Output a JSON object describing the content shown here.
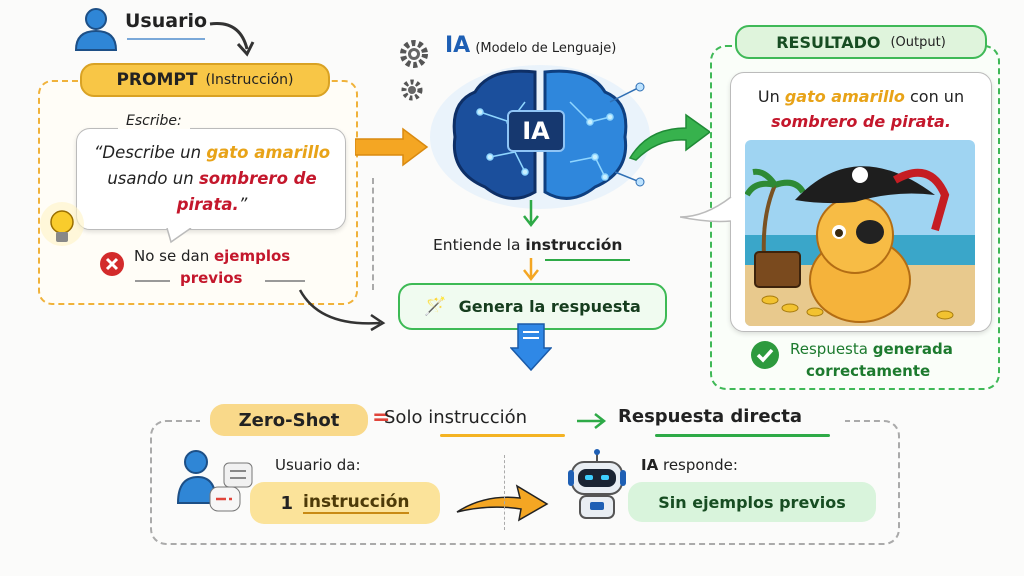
{
  "user": {
    "label": "Usuario"
  },
  "prompt": {
    "title": "PROMPT",
    "subtitle": "(Instrucción)",
    "escribe": "Escribe:",
    "quote_pre": "“Describe un ",
    "quote_hl1": "gato amarillo",
    "quote_mid": "usando un ",
    "quote_hl2": "sombrero de",
    "quote_hl3": "pirata.",
    "quote_end": "”",
    "note_pre": "No se dan ",
    "note_hl1": "ejemplos",
    "note_hl2": "previos"
  },
  "ai": {
    "title": "IA",
    "subtitle": "(Modelo de Lenguaje)",
    "badge": "IA",
    "understands_pre": "Entiende la ",
    "understands_hl": "instrucción",
    "generate": "Genera la respuesta"
  },
  "result": {
    "title": "RESULTADO",
    "subtitle": "(Output)",
    "line1_pre": "Un ",
    "line1_hl": "gato amarillo",
    "line1_post": " con un",
    "line2_hl": "sombrero de pirata.",
    "status_pre": "Respuesta ",
    "status_hl": "generada",
    "status_line2": "correctamente"
  },
  "summary": {
    "term": "Zero-Shot",
    "equals": "=",
    "part1_pre": "Solo ",
    "part1_hl": "instrucción",
    "part2": "Respuesta directa",
    "user_label": "Usuario da:",
    "user_value_num": "1",
    "user_value": "instrucción",
    "ai_label_hl": "IA",
    "ai_label": "responde:",
    "ai_value": "Sin ejemplos previos"
  },
  "colors": {
    "accent_orange": "#f4a623",
    "accent_green": "#2eaa47",
    "accent_red": "#c4172c",
    "accent_blue": "#1e5fb4"
  }
}
